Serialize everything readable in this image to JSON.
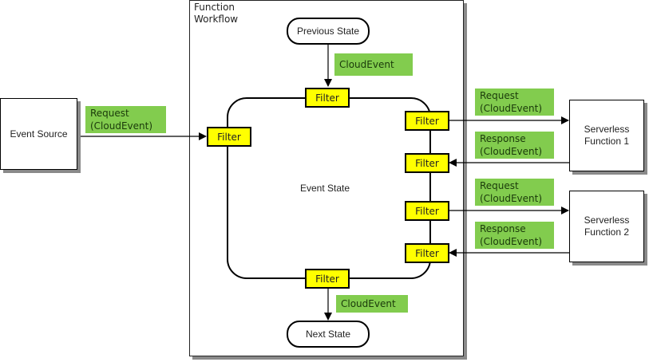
{
  "diagram": {
    "workflow_title": "Function\nWorkflow",
    "event_source": "Event Source",
    "previous_state": "Previous State",
    "next_state": "Next State",
    "event_state": "Event State",
    "filter_label": "Filter",
    "serverless_1": "Serverless\nFunction 1",
    "serverless_2": "Serverless\nFunction 2",
    "labels": {
      "source_request": "Request\n(CloudEvent)",
      "incoming_cloudevent": "CloudEvent",
      "outgoing_cloudevent": "CloudEvent",
      "fn1_request": "Request\n(CloudEvent)",
      "fn1_response": "Response\n(CloudEvent)",
      "fn2_request": "Request\n(CloudEvent)",
      "fn2_response": "Response\n(CloudEvent)"
    },
    "colors": {
      "filter_fill": "#ffff00",
      "label_fill": "#82cc4e",
      "shadow": "#8a8a8a",
      "stroke": "#000000"
    }
  }
}
